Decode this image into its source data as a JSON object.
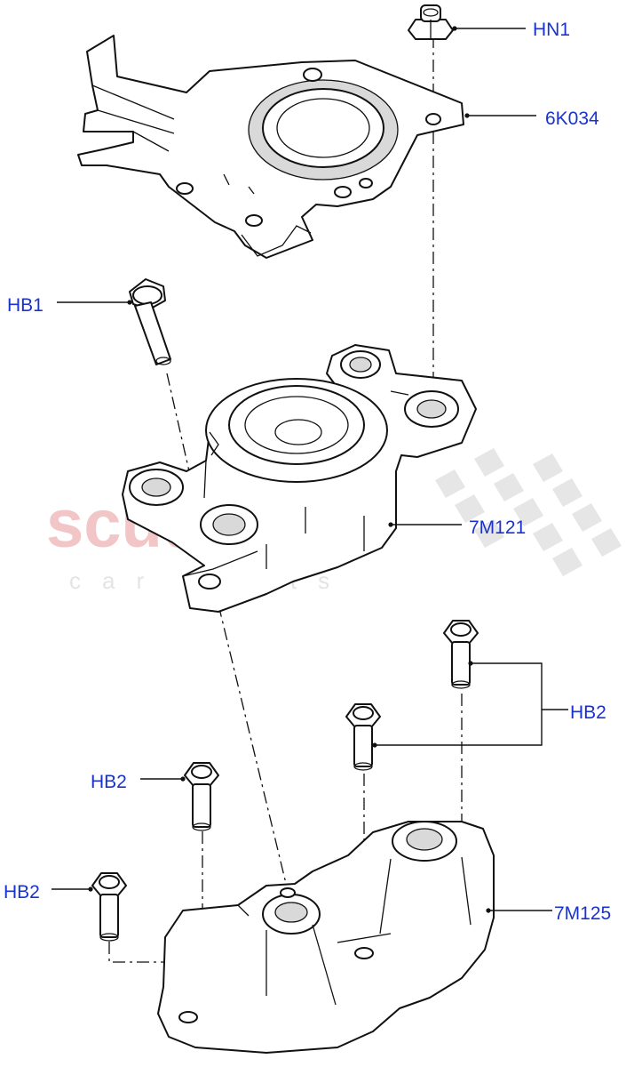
{
  "watermark": {
    "brand": "scuderia",
    "tagline": "car parts"
  },
  "callouts": [
    {
      "id": "hn1",
      "label": "HN1"
    },
    {
      "id": "6k034",
      "label": "6K034"
    },
    {
      "id": "hb1",
      "label": "HB1"
    },
    {
      "id": "7m121",
      "label": "7M121"
    },
    {
      "id": "hb2_right",
      "label": "HB2"
    },
    {
      "id": "hb2_mid",
      "label": "HB2"
    },
    {
      "id": "hb2_left",
      "label": "HB2"
    },
    {
      "id": "7m125",
      "label": "7M125"
    }
  ],
  "colors": {
    "callout_text": "#1a33cc",
    "watermark_text": "#f2c6c6",
    "line_art": "#111111"
  }
}
